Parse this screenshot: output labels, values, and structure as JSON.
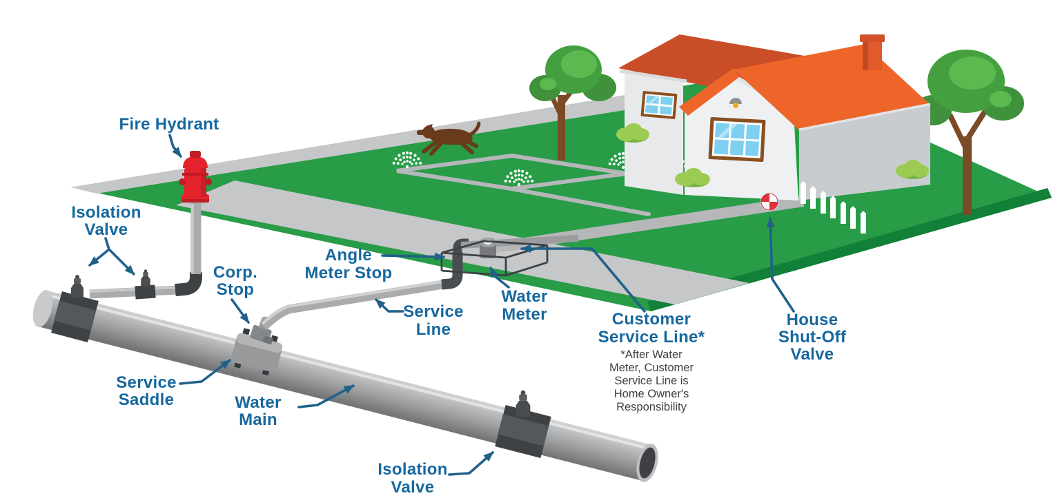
{
  "labels": {
    "fire_hydrant": {
      "text": "Fire Hydrant"
    },
    "isolation_valve_top": {
      "line1": "Isolation",
      "line2": "Valve"
    },
    "corp_stop": {
      "line1": "Corp.",
      "line2": "Stop"
    },
    "angle_meter_stop": {
      "line1": "Angle",
      "line2": "Meter Stop"
    },
    "service_line": {
      "line1": "Service",
      "line2": "Line"
    },
    "water_meter": {
      "line1": "Water",
      "line2": "Meter"
    },
    "customer_service_line": {
      "line1": "Customer",
      "line2": "Service Line*"
    },
    "house_shut_off_valve": {
      "line1": "House",
      "line2": "Shut-Off",
      "line3": "Valve"
    },
    "service_saddle": {
      "line1": "Service",
      "line2": "Saddle"
    },
    "water_main": {
      "line1": "Water",
      "line2": "Main"
    },
    "isolation_valve_bottom": {
      "line1": "Isolation",
      "line2": "Valve"
    }
  },
  "footnote": {
    "line1": "*After Water",
    "line2": "Meter, Customer",
    "line3": "Service Line is",
    "line4": "Home Owner's",
    "line5": "Responsibility"
  },
  "colors": {
    "label_blue": "#16689e",
    "leader_blue": "#20618a",
    "lawn_green": "#289c47",
    "lawn_edge_green": "#128038",
    "road_gray": "#c6c7c9",
    "path_gray": "#b5b7b9",
    "roof_orange": "#ee6529",
    "roof_dark_orange": "#c94e27",
    "house_wall": "#ebedee",
    "hydrant_red": "#e5232d",
    "pipe_gray": "#a9abad",
    "fitting_dark_gray": "#3f4245",
    "note_gray": "#3f3f3f"
  }
}
